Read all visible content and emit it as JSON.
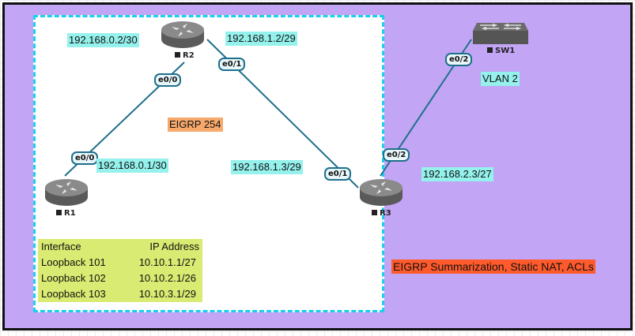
{
  "diagram": {
    "title": "EIGRP Summarization, Static NAT, ACLs",
    "zone_label": "EIGRP 254",
    "colors": {
      "outer_area": "#c2a5f5",
      "eigrp_zone_border": "#1ad0ee",
      "ip_label_bg": "#94f1ec",
      "zone_label_bg": "#f7a96c",
      "title_bg": "#ff5a2b",
      "table_bg": "#d9eb72",
      "link": "#1f6f8b"
    },
    "devices": [
      {
        "id": "R1",
        "name": "R1",
        "type": "router",
        "icon": "router-icon"
      },
      {
        "id": "R2",
        "name": "R2",
        "type": "router",
        "icon": "router-icon"
      },
      {
        "id": "R3",
        "name": "R3",
        "type": "router",
        "icon": "router-icon"
      },
      {
        "id": "SW1",
        "name": "SW1",
        "type": "switch",
        "icon": "switch-icon"
      }
    ],
    "links": [
      {
        "from": "R1",
        "from_if": "e0/0",
        "to": "R2",
        "to_if": "e0/0"
      },
      {
        "from": "R2",
        "from_if": "e0/1",
        "to": "R3",
        "to_if": "e0/1"
      },
      {
        "from": "R3",
        "from_if": "e0/2",
        "to": "SW1",
        "to_if": "e0/2"
      }
    ],
    "ip_labels": {
      "r2_e00": "192.168.0.2/30",
      "r2_e01": "192.168.1.2/29",
      "r1_e00": "192.168.0.1/30",
      "r3_e01": "192.168.1.3/29",
      "r3_e02": "192.168.2.3/27",
      "sw1_vlan": "VLAN 2"
    },
    "interface_tags": {
      "r2_e00": "e0/0",
      "r2_e01": "e0/1",
      "r1_e00": "e0/0",
      "r3_e01": "e0/1",
      "r3_e02": "e0/2",
      "sw1_e02": "e0/2"
    },
    "loopback_table": {
      "headers": [
        "Interface",
        "IP Address"
      ],
      "rows": [
        [
          "Loopback 101",
          "10.10.1.1/27"
        ],
        [
          "Loopback 102",
          "10.10.2.1/26"
        ],
        [
          "Loopback 103",
          "10.10.3.1/29"
        ]
      ]
    }
  }
}
